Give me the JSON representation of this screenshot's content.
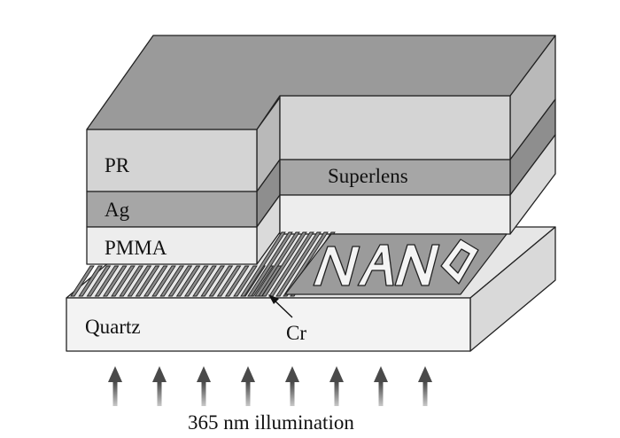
{
  "labels": {
    "pr": "PR",
    "ag": "Ag",
    "pmma": "PMMA",
    "superlens": "Superlens",
    "quartz": "Quartz",
    "cr": "Cr",
    "nano": "NANO",
    "illumination": "365 nm illumination"
  },
  "colors": {
    "top": "#9a9a9a",
    "pr_front": "#d4d4d4",
    "pr_side": "#b9b9b9",
    "ag_front": "#a6a6a6",
    "ag_side": "#8e8e8e",
    "pmma_front": "#ededed",
    "pmma_side": "#dadada",
    "quartz_front": "#f3f3f3",
    "quartz_top": "#e6e6e6",
    "quartz_side": "#d9d9d9",
    "stroke": "#222222",
    "arrow": "#4a4a4a"
  },
  "illumination_arrow_count": 8
}
